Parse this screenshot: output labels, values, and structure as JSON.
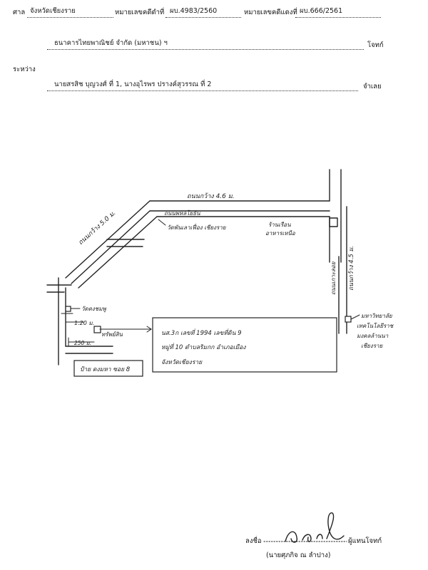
{
  "document": {
    "court": {
      "label": "ศาล",
      "value": "จังหวัดเชียงราย"
    },
    "black_case": {
      "label": "หมายเลขคดีดำที่",
      "value": "ผบ.4983/2560"
    },
    "red_case": {
      "label": "หมายเลขคดีแดงที่",
      "value": "ผบ.666/2561"
    },
    "plaintiff": {
      "value": "ธนาคารไทยพาณิชย์ จำกัด (มหาชน) ฯ",
      "label": "โจทก์"
    },
    "between_label": "ระหว่าง",
    "defendant": {
      "value": "นายสรสิช บุญวงศ์ ที่ 1, นางอุไรพร ปรางค์สุวรรณ ที่ 2",
      "label": "จำเลย"
    }
  },
  "map": {
    "labels": {
      "road_top": "ถนนกว้าง 4.6 ม.",
      "road_diagonal": "ถนนกว้าง 5.0 ม.",
      "road_right_name": "ถนนเกาะลอย",
      "road_right_width": "ถนนกว้าง 4.5 ม.",
      "road_name_top": "ถนนพหลโยธิน",
      "temple": "วัดพันเลาเฟื่อง เชียงราย",
      "restaurant": "ร้านเรือน อาหารเหนือ",
      "university": "มหาวิทยาลัย เทคโนโลยีราช มงคลล้านนา เชียงราย",
      "temple_left": "วัดดงชมพู",
      "width_small": "1.20 ม.",
      "distance": "250 ม.",
      "target": "ทรัพย์สิน",
      "sign": "ป้าย ดงมหา ซอย 8"
    },
    "note_lines": [
      "นส.3ก เลขที่ 1994 เลขที่ดิน 9",
      "หมู่ที่ 10 ตำบลริมกก อำเภอเมือง",
      "จังหวัดเชียงราย"
    ]
  },
  "signature": {
    "sign_label": "ลงชื่อ",
    "role": "ผู้แทนโจทก์",
    "name": "(นายศุภกิจ ณ ลำปาง)"
  }
}
